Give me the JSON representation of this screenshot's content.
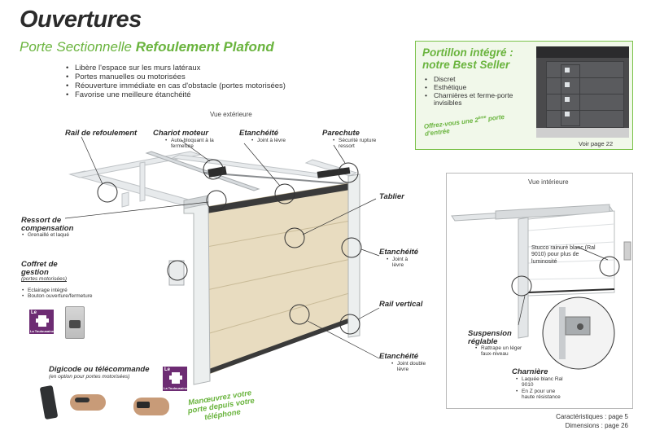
{
  "header": {
    "title": "Ouvertures",
    "subtitle_plain": "Porte Sectionnelle ",
    "subtitle_bold": "Refoulement Plafond"
  },
  "features": [
    "Libère l'espace sur les murs latéraux",
    "Portes manuelles ou motorisées",
    "Réouverture immédiate en cas d'obstacle (portes motorisées)",
    "Favorise une meilleure étanchéité"
  ],
  "exterior_caption": "Vue extérieure",
  "labels": {
    "rail_refoulement": "Rail de refoulement",
    "chariot": {
      "title": "Chariot moteur",
      "items": [
        "Auto-bloquant à la fermeture"
      ]
    },
    "etancheite_top": {
      "title": "Etanchéité",
      "items": [
        "Joint à lèvre"
      ]
    },
    "parechute": {
      "title": "Parechute",
      "items": [
        "Sécurité rupture ressort"
      ]
    },
    "tablier": "Tablier",
    "ressort": {
      "title_line1": "Ressort de",
      "title_line2": "compensation",
      "items": [
        "Grenaillé et laqué"
      ]
    },
    "etancheite_mid": {
      "title": "Etanchéité",
      "items": [
        "Joint à lèvre"
      ]
    },
    "coffret": {
      "title_line1": "Coffret de",
      "title_line2": "gestion",
      "sub": "(portes motorisées)",
      "items": [
        "Eclairage intégré",
        "Bouton ouverture/fermeture"
      ]
    },
    "rail_vertical": "Rail vertical",
    "etancheite_bottom": {
      "title": "Etanchéité",
      "items": [
        "Joint double lèvre"
      ]
    }
  },
  "digicode": {
    "title": "Digicode ou télécommande",
    "sub": "(en option pour portes motorisées)"
  },
  "badge": {
    "le": "Le",
    "name": "La Toulousaine"
  },
  "phone_note": "Manœuvrez votre porte depuis votre téléphone",
  "promo": {
    "title_line1": "Portillon intégré :",
    "title_line2": "notre Best Seller",
    "items": [
      "Discret",
      "Esthétique",
      "Charnières et ferme-porte invisibles"
    ],
    "offer_before": "Offrez-vous une 2",
    "offer_sup": "ème",
    "offer_after": " porte d'entrée",
    "see": "Voir page 22"
  },
  "interior": {
    "caption": "Vue intérieure",
    "stucco": "Stucco rainuré blanc (Ral 9010) pour plus de luminosité",
    "suspension": {
      "title_line1": "Suspension",
      "title_line2": "réglable",
      "items": [
        "Rattrape un léger faux-niveau"
      ]
    },
    "charniere": {
      "title": "Charnière",
      "items": [
        "Laquée blanc Ral 9010",
        "En Z pour une haute résistance"
      ]
    }
  },
  "footer": {
    "line1": "Caractéristiques : page 5",
    "line2": "Dimensions : page 26"
  },
  "colors": {
    "green": "#6ab43e",
    "door": "#e8dcc0",
    "purple": "#6d2c73"
  }
}
